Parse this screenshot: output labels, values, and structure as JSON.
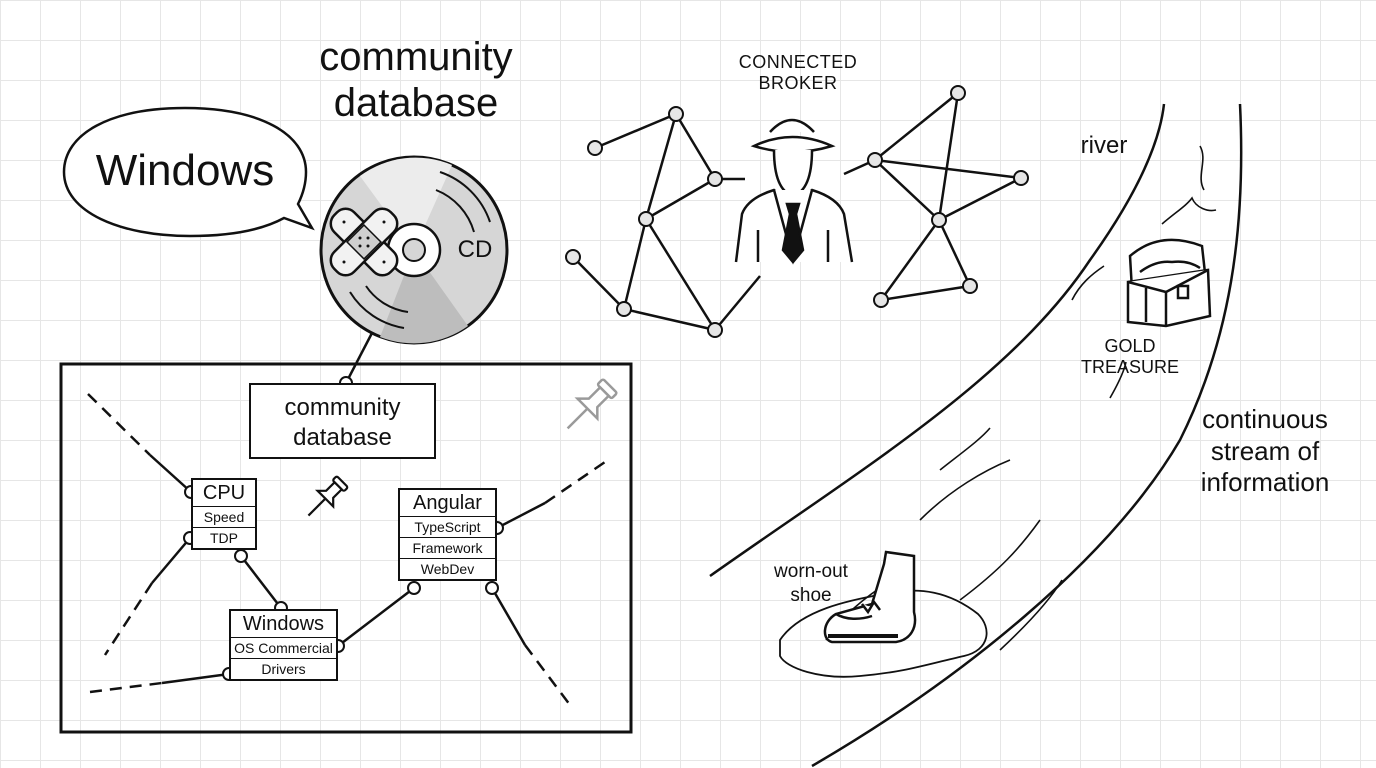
{
  "labels": {
    "title": "community\ndatabase",
    "bubble": "Windows",
    "cd": "CD",
    "broker": "CONNECTED\nBROKER",
    "river": "river",
    "gold": "GOLD\nTREASURE",
    "stream": "continuous\nstream of\ninformation",
    "shoe": "worn-out\nshoe"
  },
  "diagram": {
    "box_label": "community\ndatabase",
    "entities": [
      {
        "title": "CPU",
        "attributes": [
          "Speed",
          "TDP"
        ]
      },
      {
        "title": "Angular",
        "attributes": [
          "TypeScript",
          "Framework",
          "WebDev"
        ]
      },
      {
        "title": "Windows",
        "attributes": [
          "OS Commercial",
          "Drivers"
        ]
      }
    ]
  },
  "icons": [
    "speech-bubble-icon",
    "cd-disc-icon",
    "bandage-icon",
    "pushpin-icon",
    "broker-man-icon",
    "treasure-chest-icon",
    "worn-shoe-icon"
  ],
  "colors": {
    "ink": "#111111",
    "grid": "#e6e6e6",
    "disc": "#d9d9d9"
  }
}
